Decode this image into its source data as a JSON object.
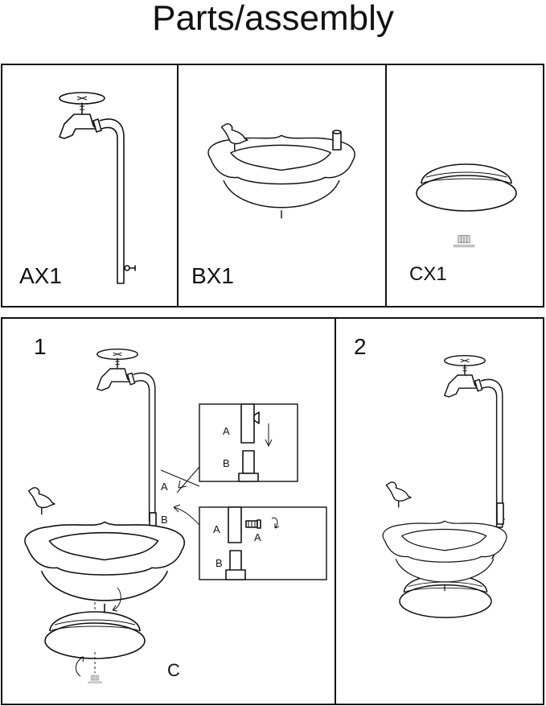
{
  "title": "Parts/assembly",
  "parts": [
    {
      "label": "AX1"
    },
    {
      "label": "BX1"
    },
    {
      "label": "CX1"
    }
  ],
  "steps": [
    {
      "number": "1"
    },
    {
      "number": "2"
    }
  ],
  "callouts": {
    "joint_a": "A",
    "joint_b": "B",
    "base_c": "C",
    "inset1_a": "A",
    "inset1_b": "B",
    "inset2_a": "A",
    "inset2_b": "B",
    "inset2_screw_a": "A"
  }
}
